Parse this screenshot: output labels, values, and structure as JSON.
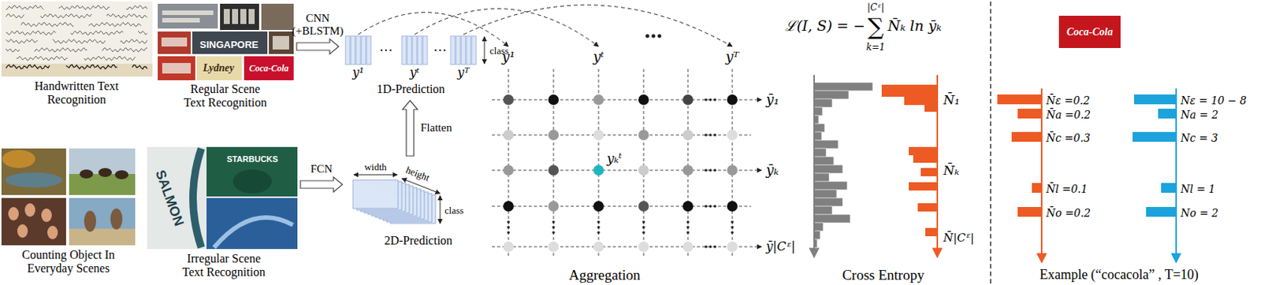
{
  "diagram": {
    "nodes": [
      {
        "text": [
          "Handwritten Text Recognition"
        ]
      },
      {
        "text": [
          "Regular Scene Text Recognition"
        ]
      },
      {
        "text": [
          "Counting Object In Everyday Scenes"
        ]
      },
      {
        "text": [
          "Irregular Scene Text Recognition"
        ]
      },
      {
        "text": [
          "1D-Prediction"
        ]
      },
      {
        "text": [
          "2D-Prediction"
        ]
      }
    ],
    "edges": [
      {
        "from": 1,
        "to": 4,
        "arrow": "to",
        "label": "CNN (+BLSTM)"
      },
      {
        "from": 3,
        "to": 5,
        "arrow": "to",
        "label": "FCN"
      },
      {
        "from": 5,
        "to": 4,
        "arrow": "to",
        "label": "Flatten"
      }
    ],
    "labels": [
      "SINGAPORE",
      "Lydney",
      "Coca-Cola",
      "STARBUCKS",
      "SALMON",
      "class",
      "y¹",
      "yᵗ",
      "yᵀ",
      "width",
      "height",
      "class",
      "y¹",
      "yᵗ",
      "yᵀ",
      "yₖᵗ",
      "ȳ₁",
      "ȳₖ",
      "ȳ|Cᵋ|",
      "Aggregation",
      "ℒ(I, S) = −",
      "∑",
      "|Cᵋ|",
      "k=1",
      "N̄ₖ ln ȳₖ",
      "N̄₁",
      "N̄ₖ",
      "N̄|Cᵋ|",
      "Cross Entropy",
      "Coca-Cola",
      "N̄ε =0.2",
      "N̄a =0.2",
      "N̄c =0.3",
      "N̄l =0.1",
      "N̄o =0.2",
      "Nε = 10 − 8",
      "Na = 2",
      "Nc = 3",
      "Nl = 1",
      "No = 2",
      "Example (“cocacola” , T=10)"
    ]
  }
}
